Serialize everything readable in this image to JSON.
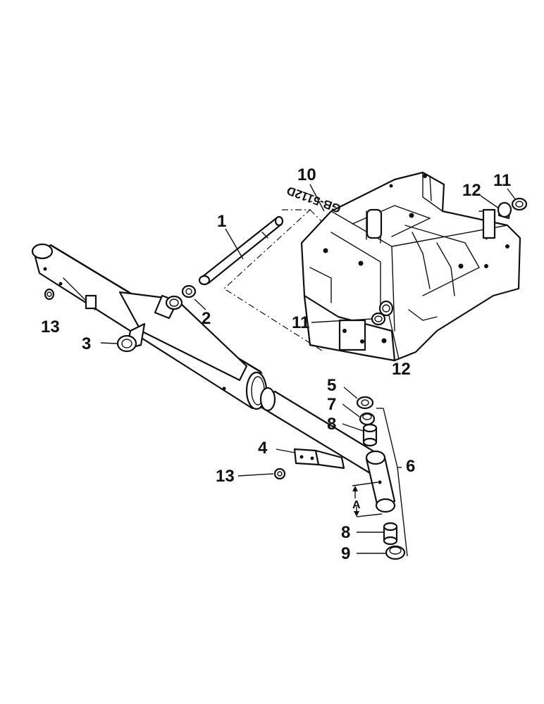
{
  "drawing": {
    "reference_code": "GB-5112D",
    "dimension_label": "A"
  },
  "callouts": [
    {
      "id": "c1",
      "text": "1"
    },
    {
      "id": "c2",
      "text": "2"
    },
    {
      "id": "c3",
      "text": "3"
    },
    {
      "id": "c4",
      "text": "4"
    },
    {
      "id": "c5",
      "text": "5"
    },
    {
      "id": "c6",
      "text": "6"
    },
    {
      "id": "c7",
      "text": "7"
    },
    {
      "id": "c8a",
      "text": "8"
    },
    {
      "id": "c8b",
      "text": "8"
    },
    {
      "id": "c9",
      "text": "9"
    },
    {
      "id": "c10",
      "text": "10"
    },
    {
      "id": "c11a",
      "text": "11"
    },
    {
      "id": "c11b",
      "text": "11"
    },
    {
      "id": "c12a",
      "text": "12"
    },
    {
      "id": "c12b",
      "text": "12"
    },
    {
      "id": "c13a",
      "text": "13"
    },
    {
      "id": "c13b",
      "text": "13"
    }
  ]
}
